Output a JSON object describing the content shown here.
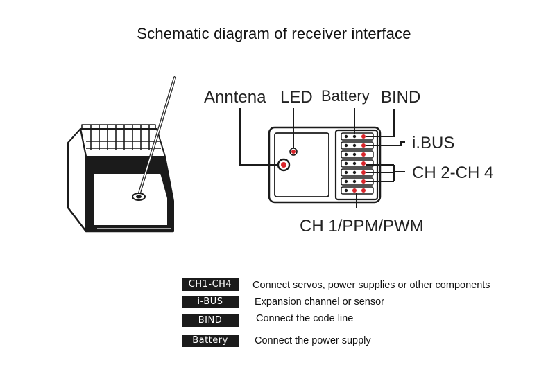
{
  "title": "Schematic diagram of receiver interface",
  "labels": {
    "antenna": "Anntena",
    "led": "LED",
    "battery": "Battery",
    "bind": "BIND",
    "ibus": "i.BUS",
    "ch2_ch4": "CH 2-CH 4",
    "ch1": "CH 1/PPM/PWM"
  },
  "legend": [
    {
      "badge": "CH1-CH4",
      "text": "Connect servos, power supplies or other components"
    },
    {
      "badge": "i-BUS",
      "text": "Expansion channel or sensor"
    },
    {
      "badge": "BIND",
      "text": "Connect the code line"
    },
    {
      "badge": "Battery",
      "text": "Connect the power supply"
    }
  ],
  "colors": {
    "accent": "#d9262c",
    "ink": "#1b1b1b",
    "badge_bg": "#1b1b1b",
    "badge_text": "#ffffff"
  }
}
